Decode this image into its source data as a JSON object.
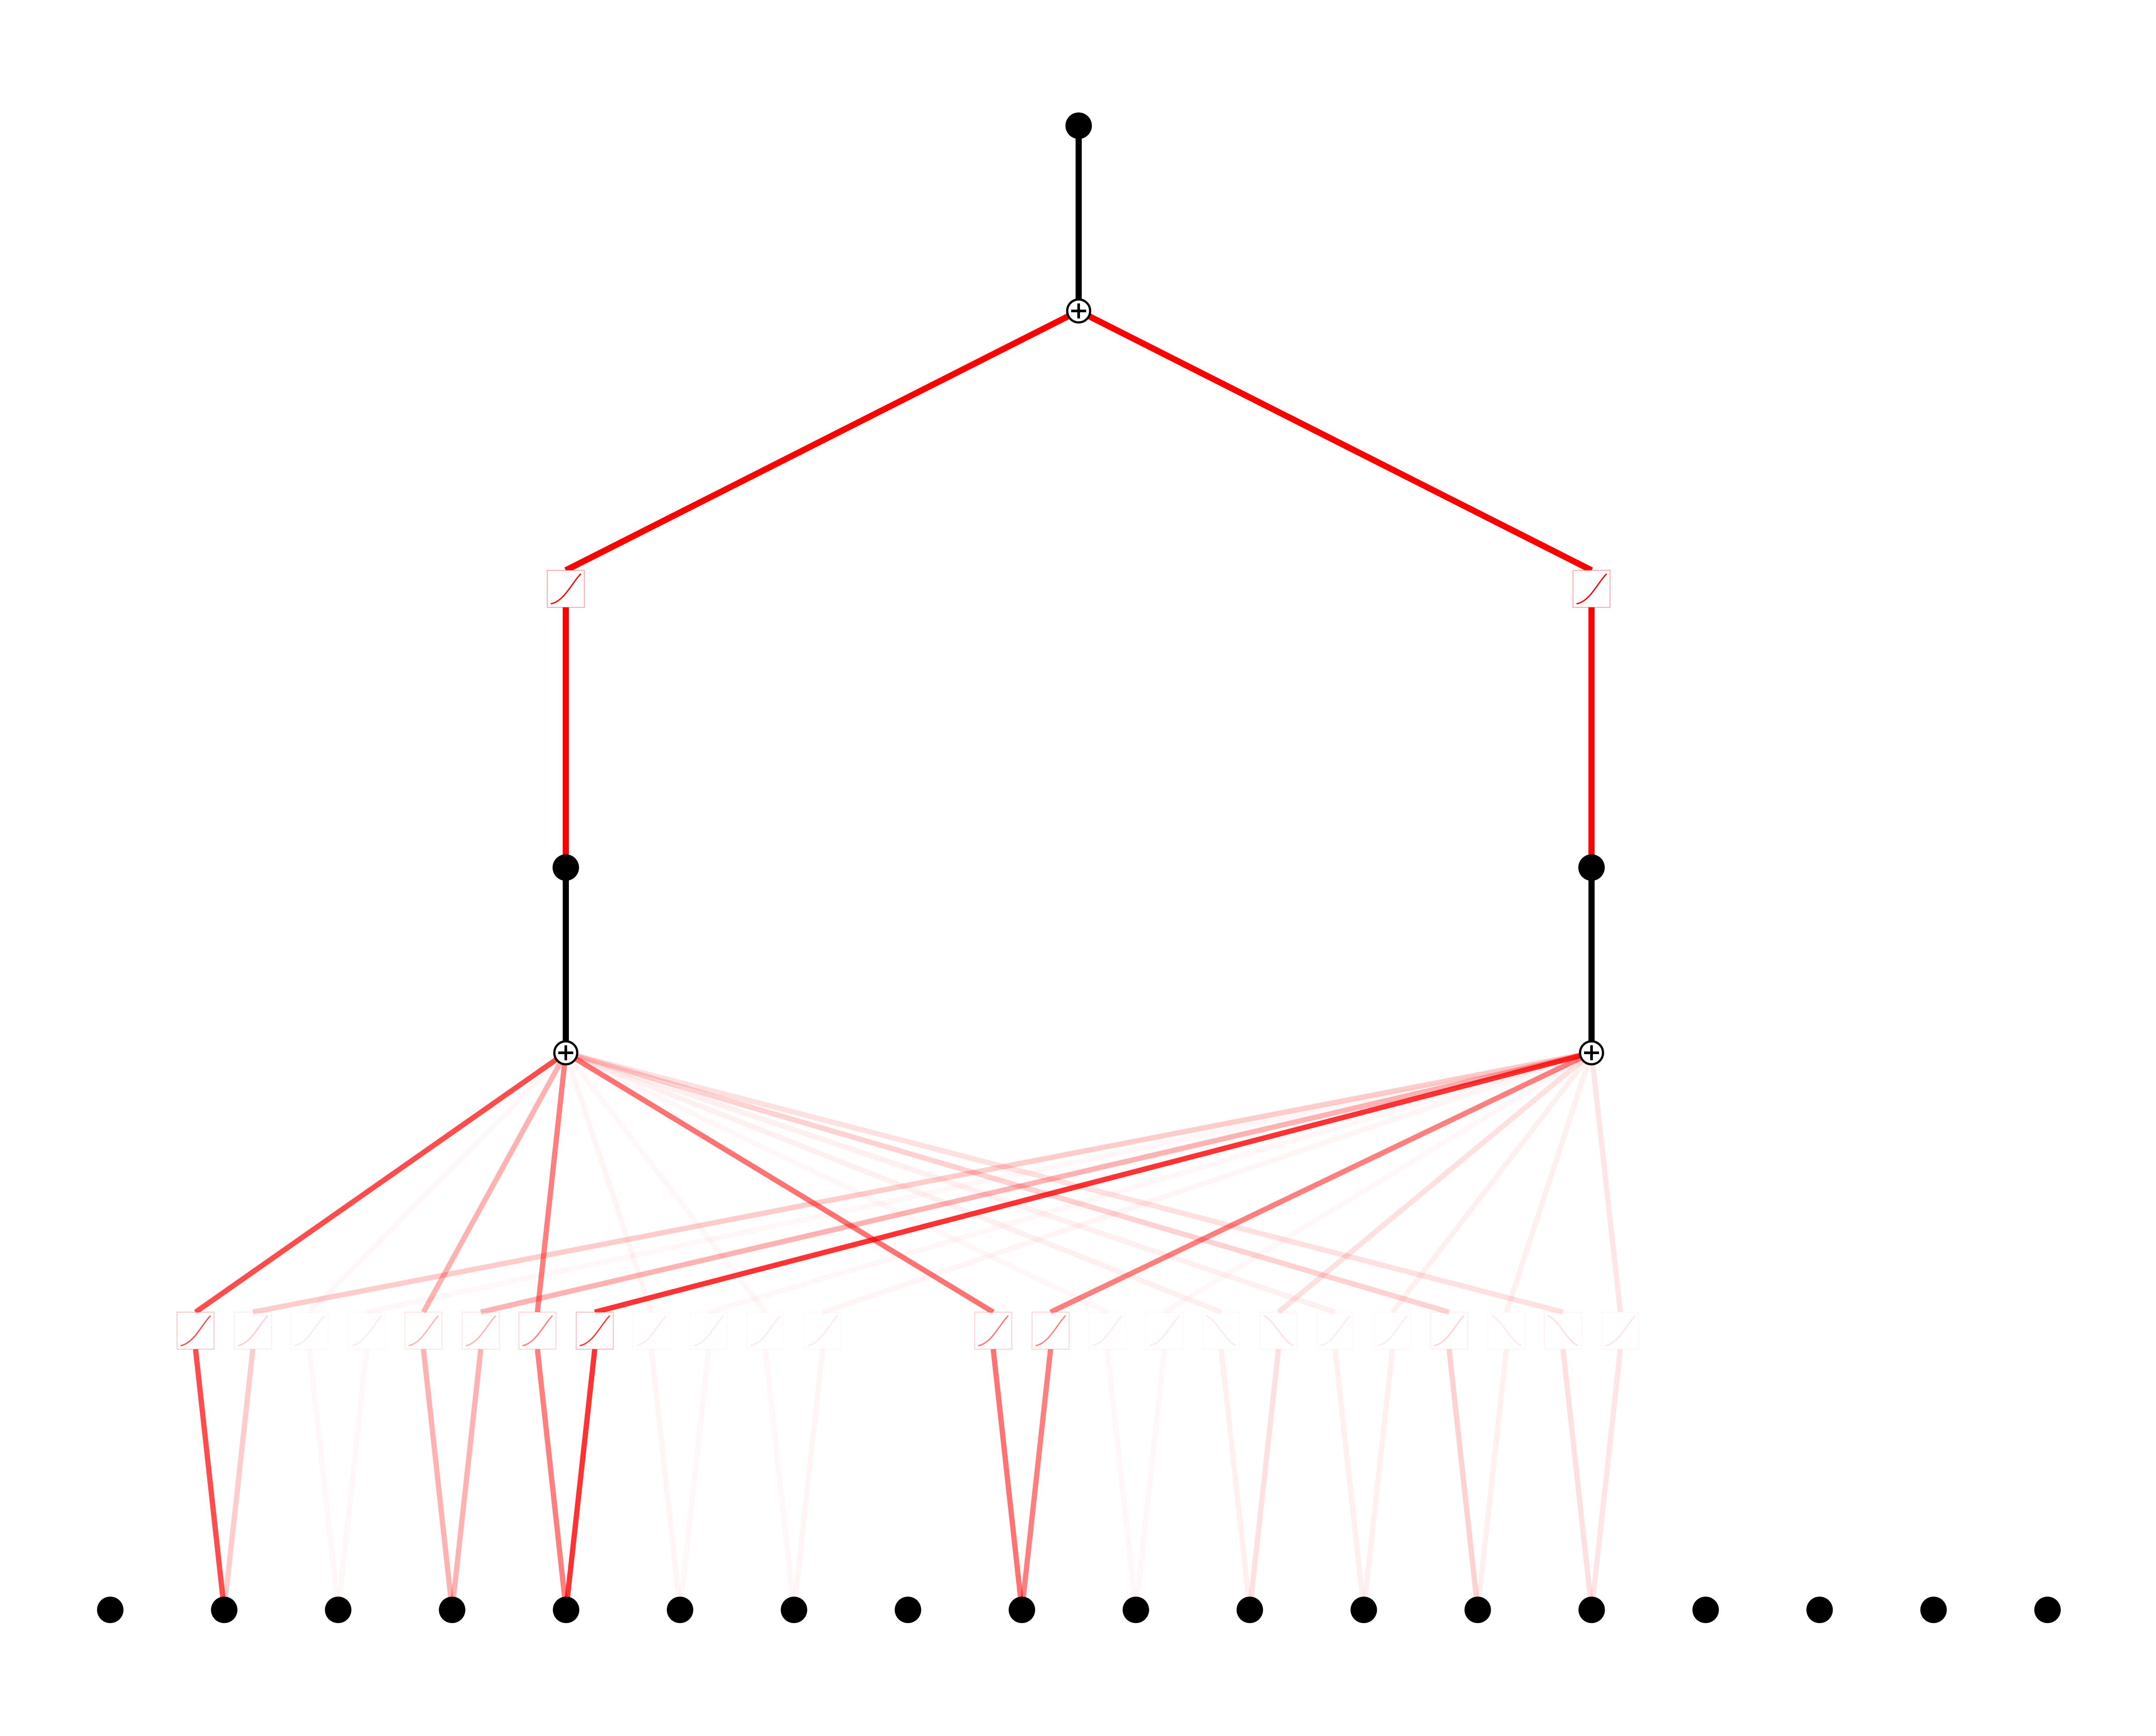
{
  "diagram": {
    "type": "kan-network",
    "background": "#ffffff",
    "colors": {
      "edge": "#ff0000",
      "node": "#000000",
      "sum_fill": "#ffffff",
      "box_border": "#ff0000"
    },
    "layers": {
      "input_count": 18,
      "hidden_count": 2,
      "output_count": 1
    },
    "edges_layer0": [
      {
        "input": 1,
        "hidden": 0,
        "curve": "increasing",
        "strength": 0.7
      },
      {
        "input": 1,
        "hidden": 1,
        "curve": "increasing",
        "strength": 0.2
      },
      {
        "input": 2,
        "hidden": 0,
        "curve": "increasing",
        "strength": 0.03
      },
      {
        "input": 2,
        "hidden": 1,
        "curve": "increasing",
        "strength": 0.03
      },
      {
        "input": 3,
        "hidden": 0,
        "curve": "increasing",
        "strength": 0.3
      },
      {
        "input": 3,
        "hidden": 1,
        "curve": "increasing",
        "strength": 0.3
      },
      {
        "input": 4,
        "hidden": 0,
        "curve": "increasing",
        "strength": 0.5
      },
      {
        "input": 4,
        "hidden": 1,
        "curve": "increasing",
        "strength": 0.8
      },
      {
        "input": 5,
        "hidden": 0,
        "curve": "increasing",
        "strength": 0.04
      },
      {
        "input": 5,
        "hidden": 1,
        "curve": "increasing",
        "strength": 0.03
      },
      {
        "input": 6,
        "hidden": 0,
        "curve": "increasing",
        "strength": 0.03
      },
      {
        "input": 6,
        "hidden": 1,
        "curve": "increasing",
        "strength": 0.04
      },
      {
        "input": 8,
        "hidden": 0,
        "curve": "increasing",
        "strength": 0.55
      },
      {
        "input": 8,
        "hidden": 1,
        "curve": "increasing",
        "strength": 0.5
      },
      {
        "input": 9,
        "hidden": 0,
        "curve": "increasing",
        "strength": 0.03
      },
      {
        "input": 9,
        "hidden": 1,
        "curve": "increasing",
        "strength": 0.02
      },
      {
        "input": 10,
        "hidden": 0,
        "curve": "decreasing",
        "strength": 0.06
      },
      {
        "input": 10,
        "hidden": 1,
        "curve": "decreasing",
        "strength": 0.12
      },
      {
        "input": 11,
        "hidden": 0,
        "curve": "increasing",
        "strength": 0.06
      },
      {
        "input": 11,
        "hidden": 1,
        "curve": "increasing",
        "strength": 0.06
      },
      {
        "input": 12,
        "hidden": 0,
        "curve": "increasing",
        "strength": 0.18
      },
      {
        "input": 12,
        "hidden": 1,
        "curve": "decreasing",
        "strength": 0.06
      },
      {
        "input": 13,
        "hidden": 0,
        "curve": "decreasing",
        "strength": 0.12
      },
      {
        "input": 13,
        "hidden": 1,
        "curve": "increasing",
        "strength": 0.1
      }
    ],
    "edges_layer1": [
      {
        "hidden": 0,
        "curve": "increasing",
        "strength": 1.0
      },
      {
        "hidden": 1,
        "curve": "increasing",
        "strength": 1.0
      }
    ]
  }
}
